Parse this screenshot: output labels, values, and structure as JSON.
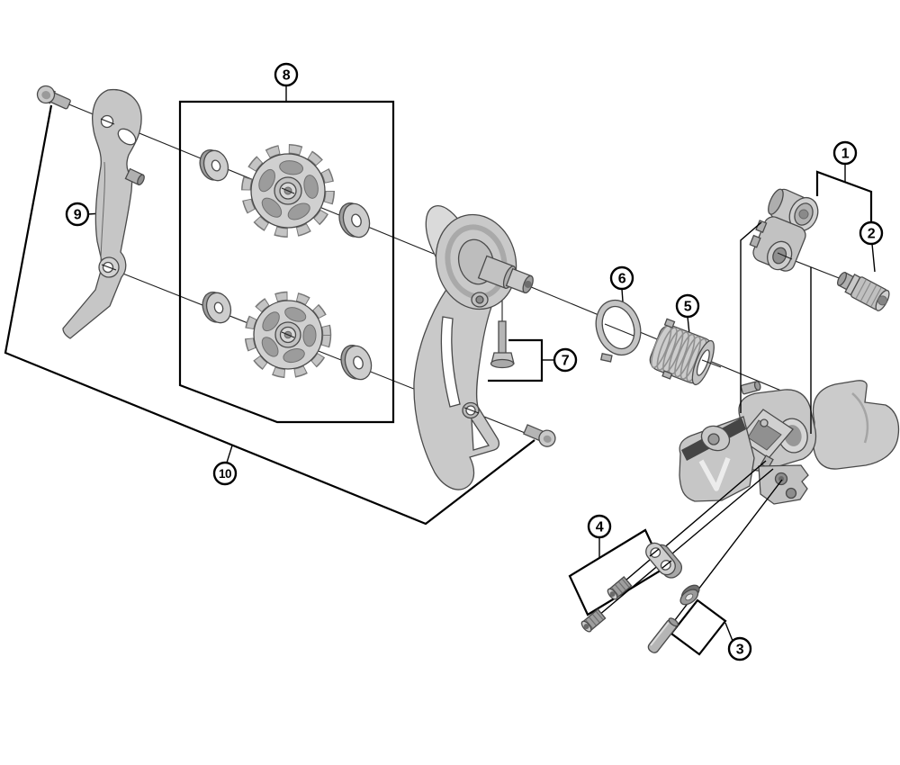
{
  "figure": {
    "type": "exploded-parts-diagram",
    "background": "#ffffff"
  },
  "style": {
    "line_color": "#000000",
    "part_fill": "#c9c9c9",
    "part_shade": "#9a9a9a",
    "part_stroke": "#4a4a4a"
  },
  "callouts": [
    {
      "id": 1,
      "label": "1"
    },
    {
      "id": 2,
      "label": "2"
    },
    {
      "id": 3,
      "label": "3"
    },
    {
      "id": 4,
      "label": "4"
    },
    {
      "id": 5,
      "label": "5"
    },
    {
      "id": 6,
      "label": "6"
    },
    {
      "id": 7,
      "label": "7"
    },
    {
      "id": 8,
      "label": "8"
    },
    {
      "id": 9,
      "label": "9"
    },
    {
      "id": 10,
      "label": "10"
    }
  ]
}
